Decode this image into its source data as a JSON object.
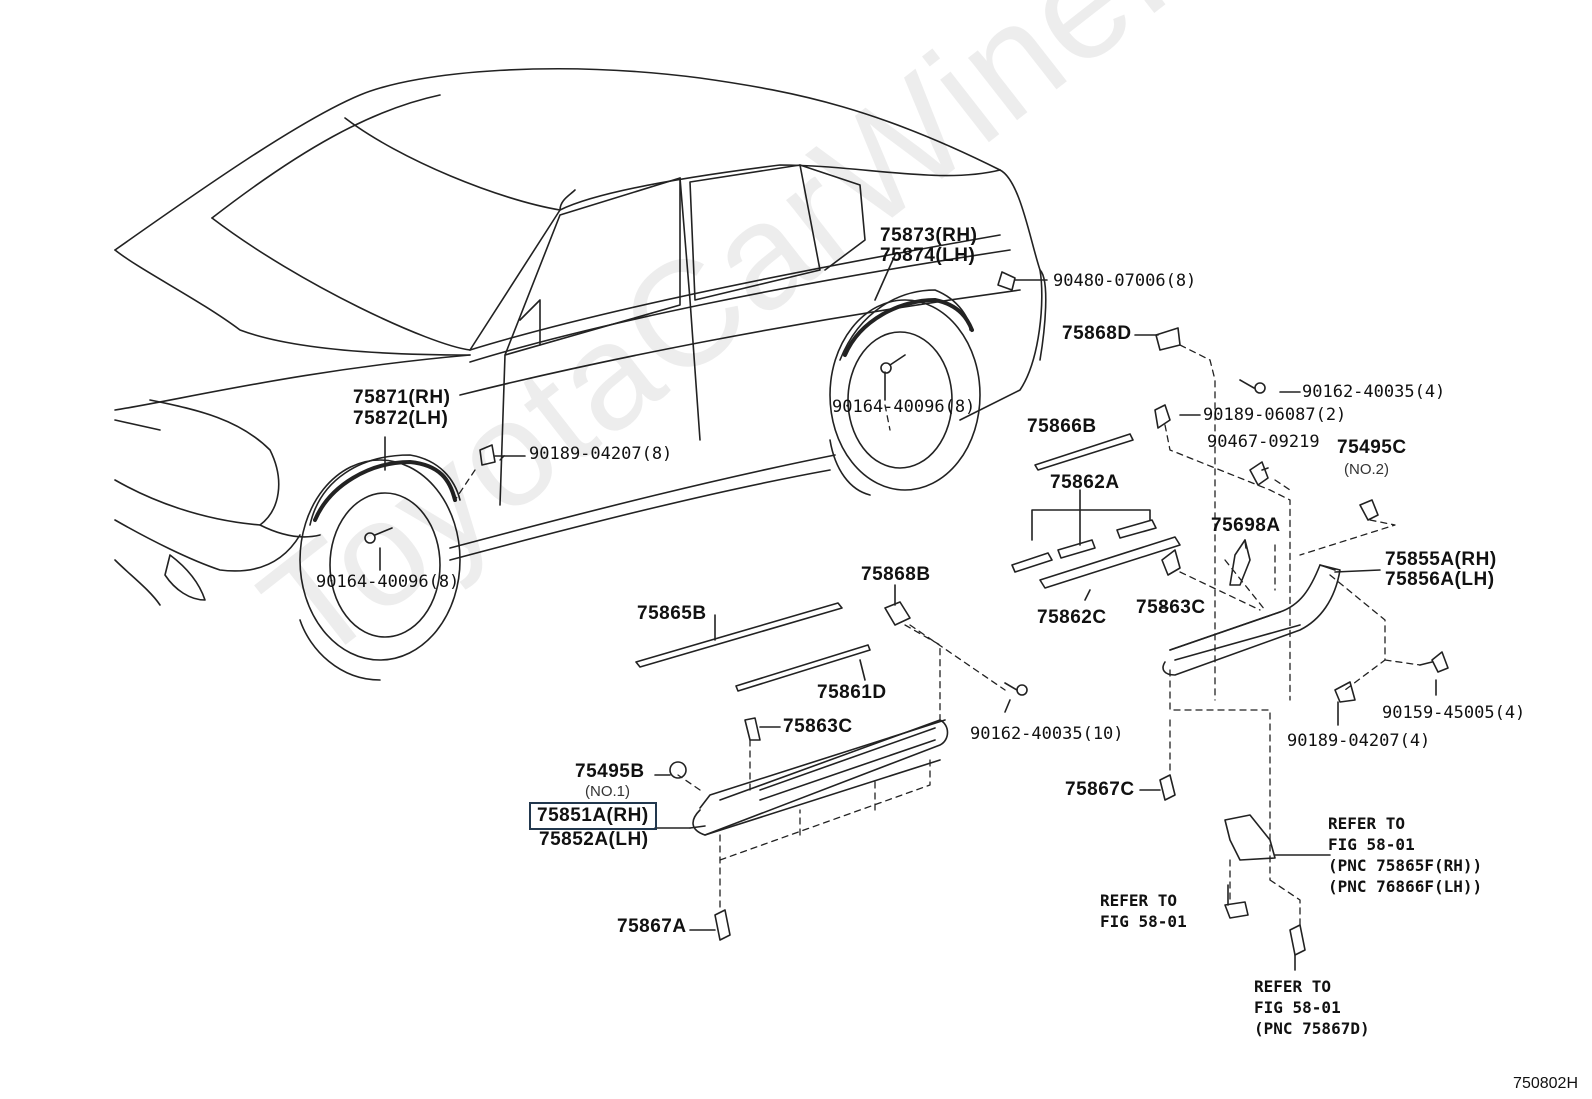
{
  "watermark": "ToyotaCarWine.ru",
  "figure_id": "750802H",
  "labels": {
    "p75873": "75873(RH)",
    "p75874": "75874(LH)",
    "p90480": "90480-07006(8)",
    "p75868D": "75868D",
    "p90162a": "90162-40035(4)",
    "p90189a": "90189-06087(2)",
    "p90467": "90467-09219",
    "p75495C": "75495C",
    "p75495C_no": "(NO.2)",
    "p75866B": "75866B",
    "p75862A": "75862A",
    "p75698A": "75698A",
    "p75855A": "75855A(RH)",
    "p75856A": "75856A(LH)",
    "p75862C": "75862C",
    "p75863C_r": "75863C",
    "p90159": "90159-45005(4)",
    "p90189b": "90189-04207(4)",
    "p75867C": "75867C",
    "p75871": "75871(RH)",
    "p75872": "75872(LH)",
    "p90189c": "90189-04207(8)",
    "p90164a": "90164-40096(8)",
    "p90164b": "90164-40096(8)",
    "p75868B": "75868B",
    "p75865B": "75865B",
    "p75861D": "75861D",
    "p75863C_l": "75863C",
    "p90162b": "90162-40035(10)",
    "p75495B": "75495B",
    "p75495B_no": "(NO.1)",
    "p75851A": "75851A(RH)",
    "p75852A": "75852A(LH)",
    "p75867A": "75867A"
  },
  "refer_notes": {
    "note1": [
      "REFER TO",
      "FIG 58-01",
      "(PNC 75865F(RH))",
      "(PNC 76866F(LH))"
    ],
    "note2": [
      "REFER TO",
      "FIG 58-01"
    ],
    "note3": [
      "REFER TO",
      "FIG 58-01",
      "(PNC 75867D)"
    ]
  }
}
